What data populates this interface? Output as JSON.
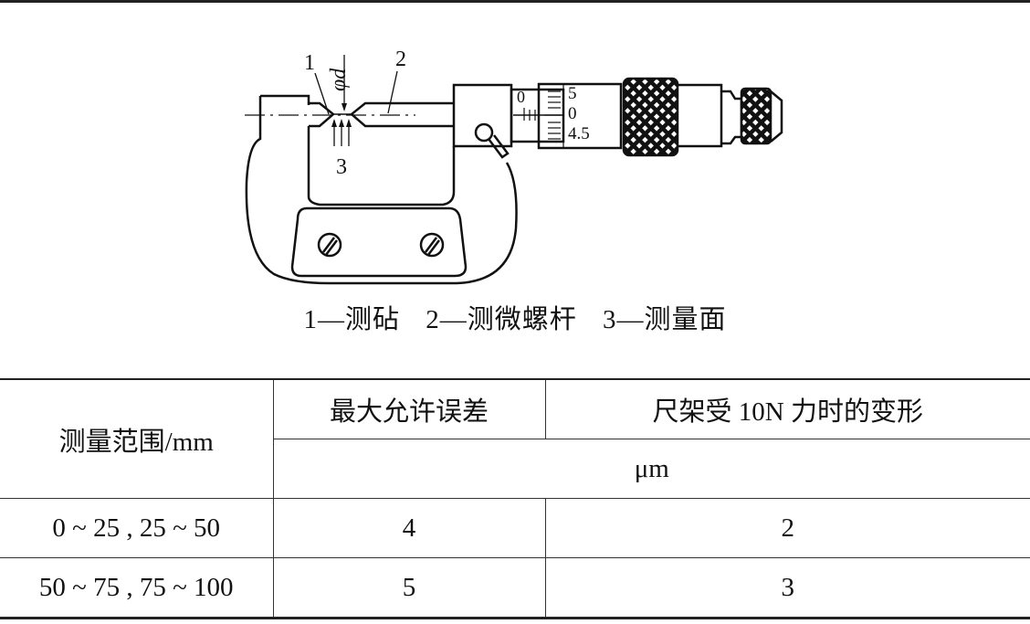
{
  "figure": {
    "labels": {
      "anvil_no": "1",
      "spindle_no": "2",
      "face_no": "3",
      "diameter": "φd"
    },
    "scale": {
      "sleeve_zero": "0",
      "thimble_top": "5",
      "thimble_mid": "0",
      "thimble_bottom": "4.5"
    },
    "caption": [
      "1—测砧",
      "2—测微螺杆",
      "3—测量面"
    ]
  },
  "table": {
    "header_range": "测量范围/mm",
    "header_error": "最大允许误差",
    "header_deform": "尺架受 10N 力时的变形",
    "unit": "μm",
    "rows": [
      {
        "range": "0 ~ 25 , 25 ~ 50",
        "error": "4",
        "deform": "2"
      },
      {
        "range": "50 ~ 75 , 75 ~ 100",
        "error": "5",
        "deform": "3"
      }
    ]
  }
}
